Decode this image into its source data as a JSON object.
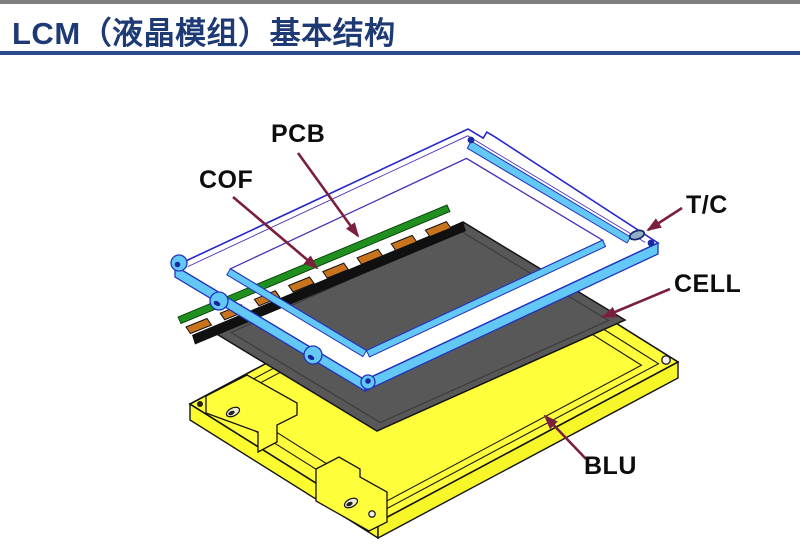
{
  "header": {
    "title": "LCM（液晶模组）基本结构",
    "title_color": "#1e3a75",
    "top_bar_color": "#7f7f7f",
    "underline_color": "#2d4c8d"
  },
  "diagram": {
    "description": "Exploded isometric view of LCM basic structure",
    "labels": {
      "pcb": "PCB",
      "cof": "COF",
      "tc": "T/C",
      "cell": "CELL",
      "blu": "BLU"
    },
    "colors": {
      "frame_edge": "#2626cd",
      "frame_inner_edge": "#4a2fb5",
      "frame_flange": "#63c8f5",
      "pcb_strip": "#1f8f1f",
      "cof_pad": "#c8731e",
      "cell_body": "#585858",
      "blu_body": "#fefe3a",
      "leader_line": "#7b1f3f",
      "label_text": "#0d0d0d"
    }
  }
}
